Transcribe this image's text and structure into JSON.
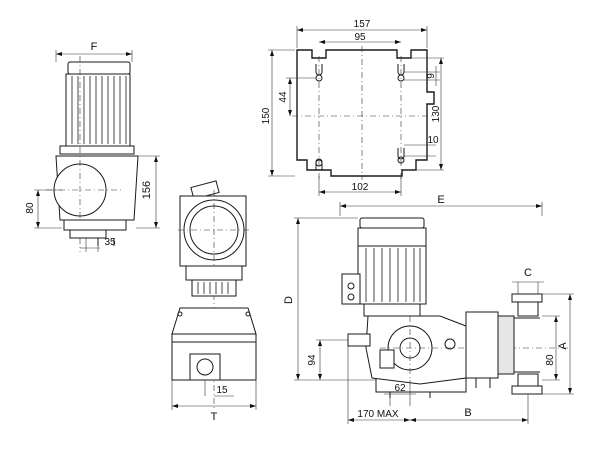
{
  "views": {
    "mounting_plate": {
      "dim_width_overall": "157",
      "dim_slot_pitch": "95",
      "dim_height_overall": "150",
      "dim_slot_offset": "44",
      "dim_small_9": "9",
      "dim_vertical_130": "130",
      "dim_slot_10": "10",
      "dim_bottom_102": "102"
    },
    "front_view": {
      "label_f": "F",
      "dim_height_156": "156",
      "dim_80": "80",
      "dim_35": "35"
    },
    "side_view": {
      "dim_15": "15",
      "label_t": "T"
    },
    "main_view": {
      "label_e": "E",
      "label_d": "D",
      "label_c": "C",
      "label_a": "A",
      "label_b": "B",
      "dim_80": "80",
      "dim_94": "94",
      "dim_62": "62",
      "dim_170_max": "170 MAX"
    }
  }
}
